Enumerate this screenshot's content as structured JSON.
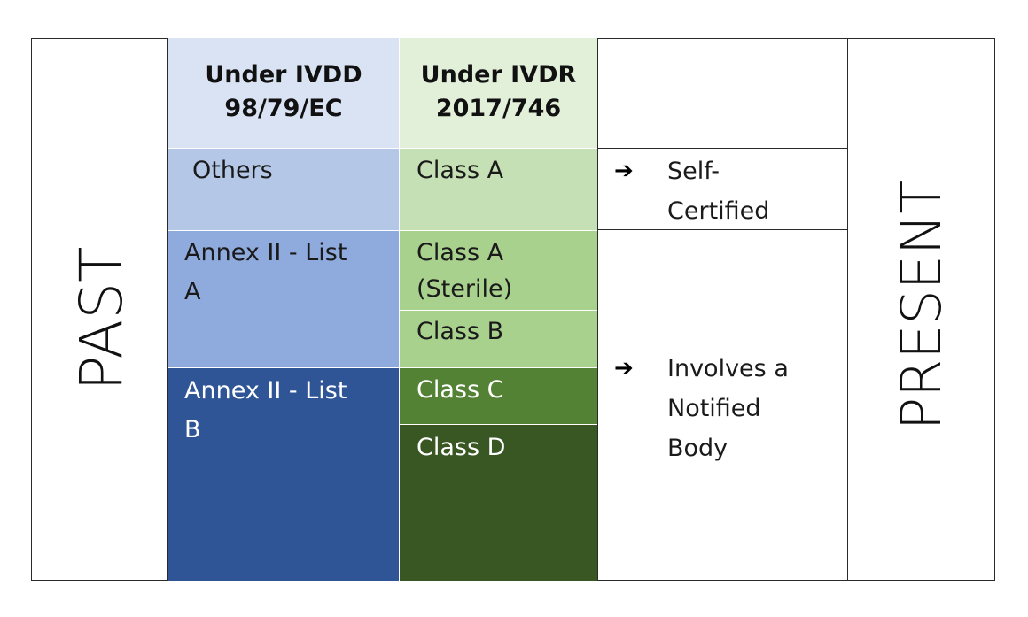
{
  "past_label": "PAST",
  "present_label": "PRESENT",
  "headers": {
    "ivdd": [
      "Under IVDD",
      "98/79/EC"
    ],
    "ivdr": [
      "Under IVDR",
      "2017/746"
    ]
  },
  "ivdd_groups": [
    {
      "lines": [
        "Others"
      ],
      "color": "#b4c7e7"
    },
    {
      "lines": [
        "Annex II - List",
        "A"
      ],
      "color": "#8faadc"
    },
    {
      "lines": [
        "Annex II - List",
        "B"
      ],
      "color": "#2f5597"
    }
  ],
  "ivdr_classes": [
    {
      "lines": [
        "Class A"
      ],
      "color": "#c5e0b4"
    },
    {
      "lines": [
        "Class A",
        "(Sterile)"
      ],
      "color": "#a9d18e"
    },
    {
      "lines": [
        "Class B"
      ],
      "color": "#a9d18e"
    },
    {
      "lines": [
        "Class C"
      ],
      "color": "#548235"
    },
    {
      "lines": [
        "Class D"
      ],
      "color": "#385723"
    }
  ],
  "outcomes": {
    "arrow": "➔",
    "self_certified": [
      "Self-",
      "Certified"
    ],
    "notified_body": [
      "Involves a",
      "Notified",
      "Body"
    ]
  },
  "colors": {
    "ivdd_header": "#dae3f3",
    "ivdr_header": "#e2f0d9",
    "border": "#2a2a2a"
  }
}
